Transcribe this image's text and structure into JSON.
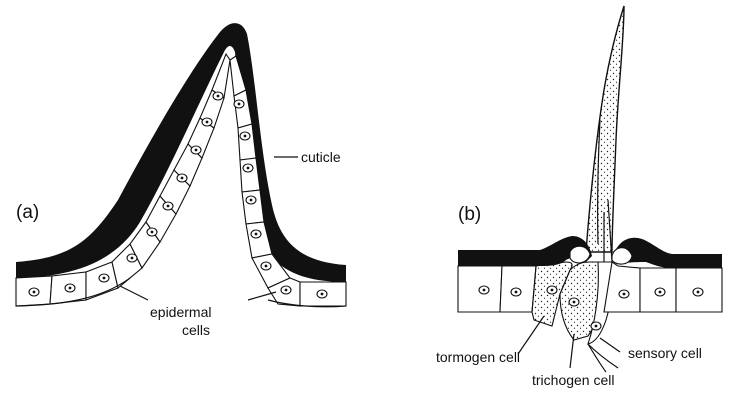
{
  "panel_a": {
    "panel_label": "(a)",
    "labels": {
      "cuticle": "cuticle",
      "epidermal_line1": "epidermal",
      "epidermal_line2": "cells"
    }
  },
  "panel_b": {
    "panel_label": "(b)",
    "labels": {
      "tormogen": "tormogen cell",
      "trichogen": "trichogen cell",
      "sensory": "sensory cell"
    }
  },
  "colors": {
    "ink": "#111111",
    "background": "#ffffff"
  }
}
